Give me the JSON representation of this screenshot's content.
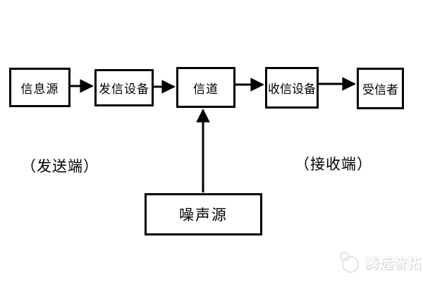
{
  "diagram": {
    "boxes": [
      {
        "key": "info-source",
        "label": "信息源"
      },
      {
        "key": "transmit-device",
        "label": "发信设备"
      },
      {
        "key": "channel",
        "label": "信道"
      },
      {
        "key": "receive-device",
        "label": "收信设备"
      },
      {
        "key": "recipient",
        "label": "受信者"
      },
      {
        "key": "noise-source",
        "label": "噪声源"
      }
    ],
    "connections": [
      {
        "from": "info-source",
        "to": "transmit-device"
      },
      {
        "from": "transmit-device",
        "to": "channel"
      },
      {
        "from": "channel",
        "to": "receive-device"
      },
      {
        "from": "receive-device",
        "to": "recipient"
      },
      {
        "from": "noise-source",
        "to": "channel"
      }
    ],
    "annotations": {
      "send_end": "（发送端）",
      "receive_end": "（接收端）"
    },
    "watermark": {
      "text": "腾远智拓",
      "logo": "overlapping-circles-logo"
    },
    "colors": {
      "background": "#ffffff",
      "line": "#000000",
      "box_border": "#000000",
      "text": "#000000",
      "watermark_text": "#ffffff",
      "watermark_shadow": "#c9c9c9"
    }
  }
}
